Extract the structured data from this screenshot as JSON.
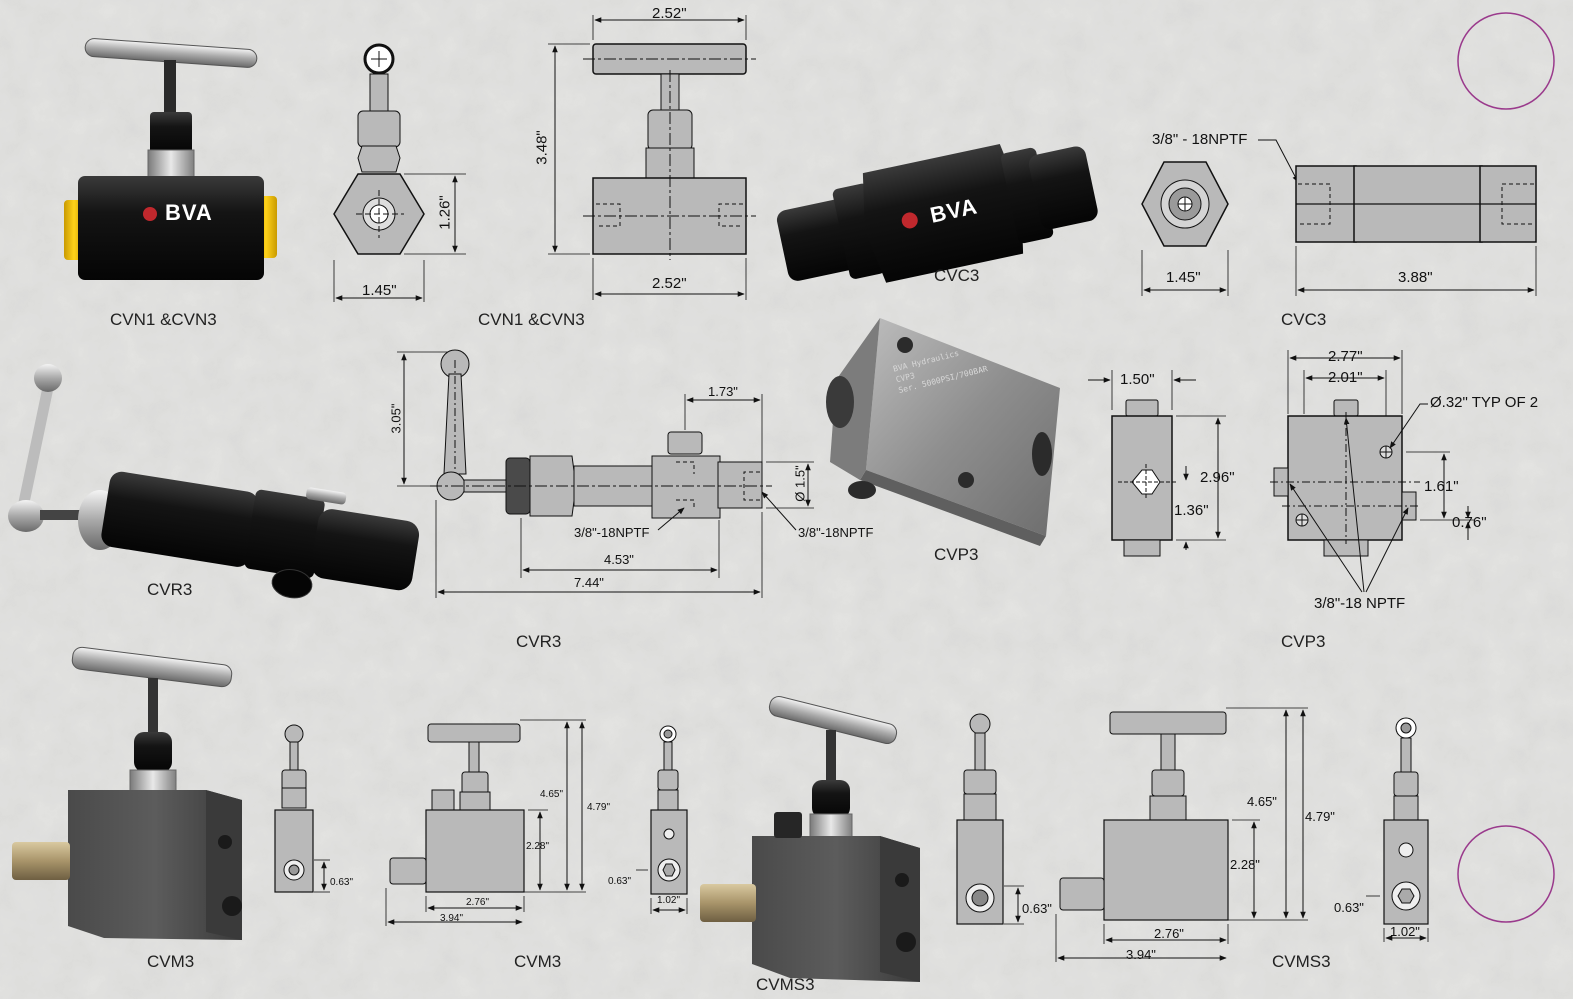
{
  "captions": {
    "cvn_photo": "CVN1 &CVN3",
    "cvn_drawing": "CVN1 &CVN3",
    "cvc_photo": "CVC3",
    "cvc_drawing": "CVC3",
    "cvr_photo": "CVR3",
    "cvr_drawing": "CVR3",
    "cvp_photo": "CVP3",
    "cvp_drawing": "CVP3",
    "cvm_photo": "CVM3",
    "cvm_drawing": "CVM3",
    "cvms_photo": "CVMS3",
    "cvms_drawing": "CVMS3"
  },
  "brand": {
    "logo_text": "BVA",
    "engraving": "BVA Hydraulics\nCVP3\nSer. 5000PSI/700BAR"
  },
  "dims": {
    "cvn_top_width": "2.52\"",
    "cvn_height": "3.48\"",
    "cvn_bottom_width": "2.52\"",
    "cvn_side_height": "1.26\"",
    "cvn_side_width": "1.45\"",
    "cvc_port": "3/8\" - 18NPTF",
    "cvc_width": "1.45\"",
    "cvc_length": "3.88\"",
    "cvr_top": "1.73\"",
    "cvr_height": "3.05\"",
    "cvr_dia": "Ø 1.5\"",
    "cvr_port_a": "3/8\"-18NPTF",
    "cvr_port_b": "3/8\"-18NPTF",
    "cvr_body": "4.53\"",
    "cvr_total": "7.44\"",
    "cvp_side_width": "1.50\"",
    "cvp_side_h1": "2.96\"",
    "cvp_side_h2": "1.36\"",
    "cvp_w1": "2.77\"",
    "cvp_w2": "2.01\"",
    "cvp_holes": "Ø.32\" TYP OF 2",
    "cvp_h1": "1.61\"",
    "cvp_h2": "0.76\"",
    "cvp_ports": "3/8\"-18 NPTF",
    "cvm_side_port": "0.63\"",
    "cvm_h1": "4.65\"",
    "cvm_h2": "4.79\"",
    "cvm_h3": "2.28\"",
    "cvm_w1": "2.76\"",
    "cvm_w2": "3.94\"",
    "cvm_end_port": "0.63\"",
    "cvm_end_width": "1.02\"",
    "cvms_side_port": "0.63\"",
    "cvms_h1": "4.65\"",
    "cvms_h2": "4.79\"",
    "cvms_h3": "2.28\"",
    "cvms_w1": "2.76\"",
    "cvms_w2": "3.94\"",
    "cvms_end_port": "0.63\"",
    "cvms_end_width": "1.02\""
  },
  "colors": {
    "background": "#e4e4e2",
    "body_black": "#161616",
    "drawing_fill": "#b9b9b9",
    "accent_yellow": "#f2c200",
    "accent_red": "#c0282d",
    "circle_magenta": "#9a3a8c"
  }
}
